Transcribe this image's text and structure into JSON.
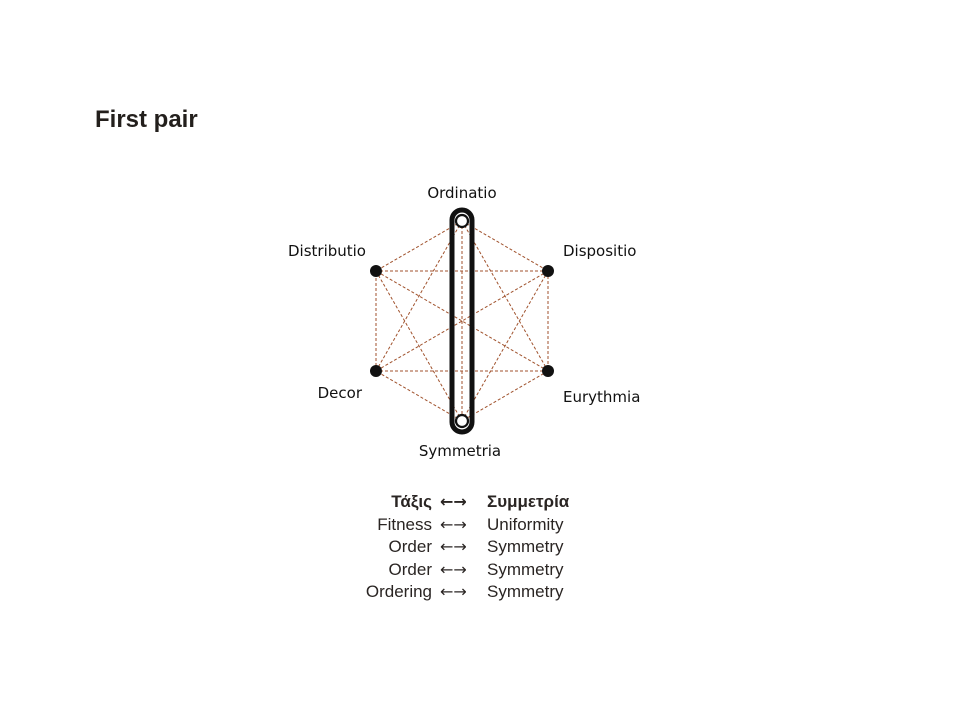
{
  "title": "First pair",
  "nodes": [
    {
      "id": "ordinatio",
      "label": "Ordinatio"
    },
    {
      "id": "dispositio",
      "label": "Dispositio"
    },
    {
      "id": "eurythmia",
      "label": "Eurythmia"
    },
    {
      "id": "symmetria",
      "label": "Symmetria"
    },
    {
      "id": "decor",
      "label": "Decor"
    },
    {
      "id": "distributio",
      "label": "Distributio"
    }
  ],
  "highlighted_pair": [
    "ordinatio",
    "symmetria"
  ],
  "colors": {
    "connector": "#a0522d",
    "node": "#111111",
    "highlight": "#111111"
  },
  "pairs": [
    {
      "left": "Τάξις",
      "arrow": "←→",
      "right": "Συμμετρία"
    },
    {
      "left": "Fitness",
      "arrow": "←→",
      "right": "Uniformity"
    },
    {
      "left": "Order",
      "arrow": "←→",
      "right": "Symmetry"
    },
    {
      "left": "Order",
      "arrow": "←→",
      "right": "Symmetry"
    },
    {
      "left": "Ordering",
      "arrow": "←→",
      "right": "Symmetry"
    }
  ]
}
